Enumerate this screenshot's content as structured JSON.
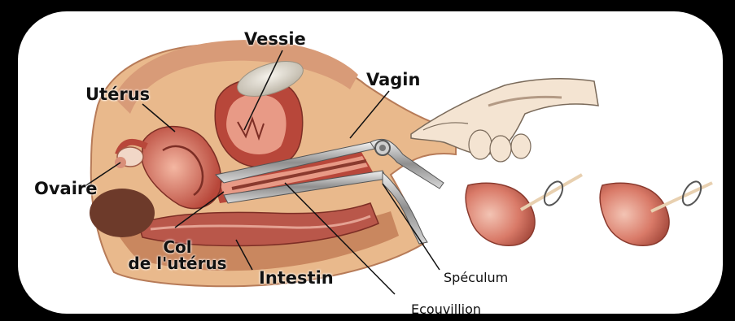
{
  "labels": {
    "vessie": "Vessie",
    "vagin": "Vagin",
    "uterus": "Utérus",
    "ovaire": "Ovaire",
    "col_line1": "Col",
    "col_line2": "de l'utérus",
    "intestin": "Intestin",
    "speculum": "Spéculum",
    "ecouvillion": "Ecouvillion"
  },
  "colors": {
    "background": "#000000",
    "panel": "#ffffff",
    "skin": "#e9b98c",
    "tissue_dark": "#a8473b",
    "tissue_light": "#e89a86",
    "organ_red": "#c0392b",
    "bladder": "#d9d3c6",
    "speculum_metal": "#9a9a9a"
  }
}
